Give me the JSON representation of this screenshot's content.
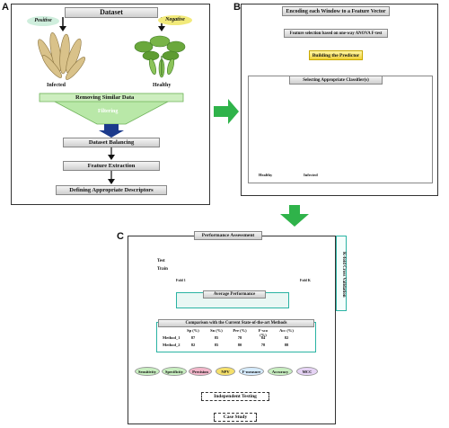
{
  "panels": {
    "a": "A",
    "b": "B",
    "c": "C"
  },
  "panel_a": {
    "dataset": "Dataset",
    "positive": "Positive",
    "negative": "Negative",
    "infected": "Infected",
    "healthy": "Healthy",
    "removing": "Removing Similar Data",
    "filtering": "Filtering",
    "balancing": "Dataset Balancing",
    "extraction": "Feature Extraction",
    "descriptors": "Defining Appropriate Descriptors"
  },
  "panel_b": {
    "encoding": "Encoding each Window to a Feature Vector",
    "selection": "Feature selection based on one-way ANOVA F-test",
    "building": "Building the Predictor",
    "classifier": "Selecting Appropriate Classifier(s)",
    "healthy": "Healthy",
    "infected": "Infected"
  },
  "panel_c": {
    "assessment": "Performance Assessment",
    "kfold": "K-fold Cross Validation",
    "test": "Test",
    "train": "Train",
    "fold1": "Fold 1",
    "foldk": "Fold K",
    "average": "Average Performance",
    "comparison": "Comparison with the Current State-of-the-art Methods",
    "table_headers": [
      "Sp (%)",
      "Sn (%)",
      "Pre (%)",
      "F-sco (%)",
      "Acc (%)"
    ],
    "table_rows": [
      {
        "name": "Method_1",
        "values": [
          "87",
          "85",
          "78",
          "84",
          "82"
        ]
      },
      {
        "name": "Method_2",
        "values": [
          "82",
          "85",
          "80",
          "78",
          "88"
        ]
      }
    ],
    "metrics": [
      "Sensitivity",
      "Specificity",
      "Precision",
      "NPV",
      "F-measure",
      "Accuracy",
      "MCC"
    ],
    "independent": "Independent Testing",
    "case": "Case Study"
  },
  "colors": {
    "arrow_green": "#2fb34a",
    "funnel_green": "#b9e8a8",
    "teal": "#2ab3a3",
    "dark_blue": "#1b3a8c"
  }
}
